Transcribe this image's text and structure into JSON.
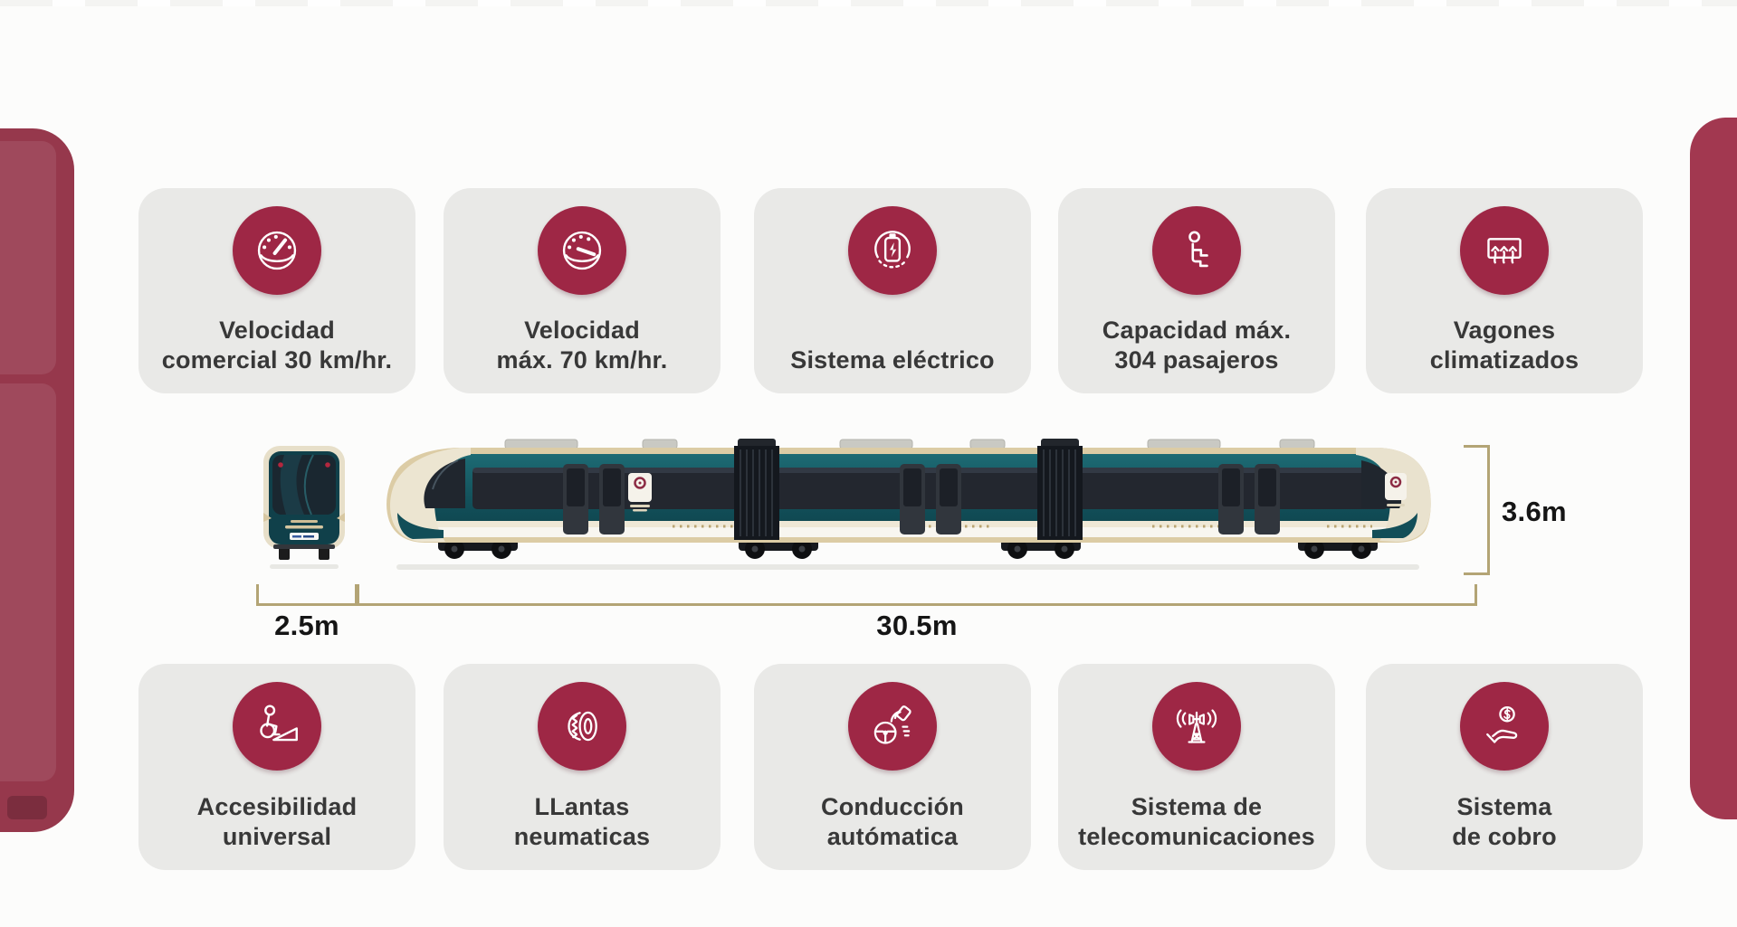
{
  "colors": {
    "background": "#fcfcfb",
    "card_background": "#e9e9e7",
    "icon_circle": "#9e2745",
    "left_edge_accent": "#96384c",
    "right_edge_accent": "#a23850",
    "dimension_lines": "#b3a475",
    "label_text": "#383838",
    "train_teal": "#12505a",
    "train_cream": "#dccca5"
  },
  "features_top": [
    {
      "icon": "speedometer-commercial-icon",
      "line1": "Velocidad",
      "line2": "comercial 30 km/hr."
    },
    {
      "icon": "speedometer-max-icon",
      "line1": "Velocidad",
      "line2": "máx. 70 km/hr."
    },
    {
      "icon": "electric-battery-icon",
      "line1": "",
      "line2": "Sistema eléctrico"
    },
    {
      "icon": "seated-passenger-icon",
      "line1": "Capacidad máx.",
      "line2": "304 pasajeros"
    },
    {
      "icon": "air-conditioning-icon",
      "line1": "Vagones",
      "line2": "climatizados"
    }
  ],
  "features_bottom": [
    {
      "icon": "wheelchair-ramp-icon",
      "line1": "Accesibilidad",
      "line2": "universal"
    },
    {
      "icon": "tire-icon",
      "line1": "LLantas",
      "line2": "neumaticas"
    },
    {
      "icon": "autonomous-driving-icon",
      "line1": "Conducción",
      "line2": "autómatica"
    },
    {
      "icon": "telecom-tower-icon",
      "line1": "Sistema de",
      "line2": "telecomunicaciones"
    },
    {
      "icon": "fare-payment-icon",
      "line1": "Sistema",
      "line2": "de cobro"
    }
  ],
  "dimensions": {
    "front_width": "2.5m",
    "length": "30.5m",
    "height": "3.6m"
  }
}
